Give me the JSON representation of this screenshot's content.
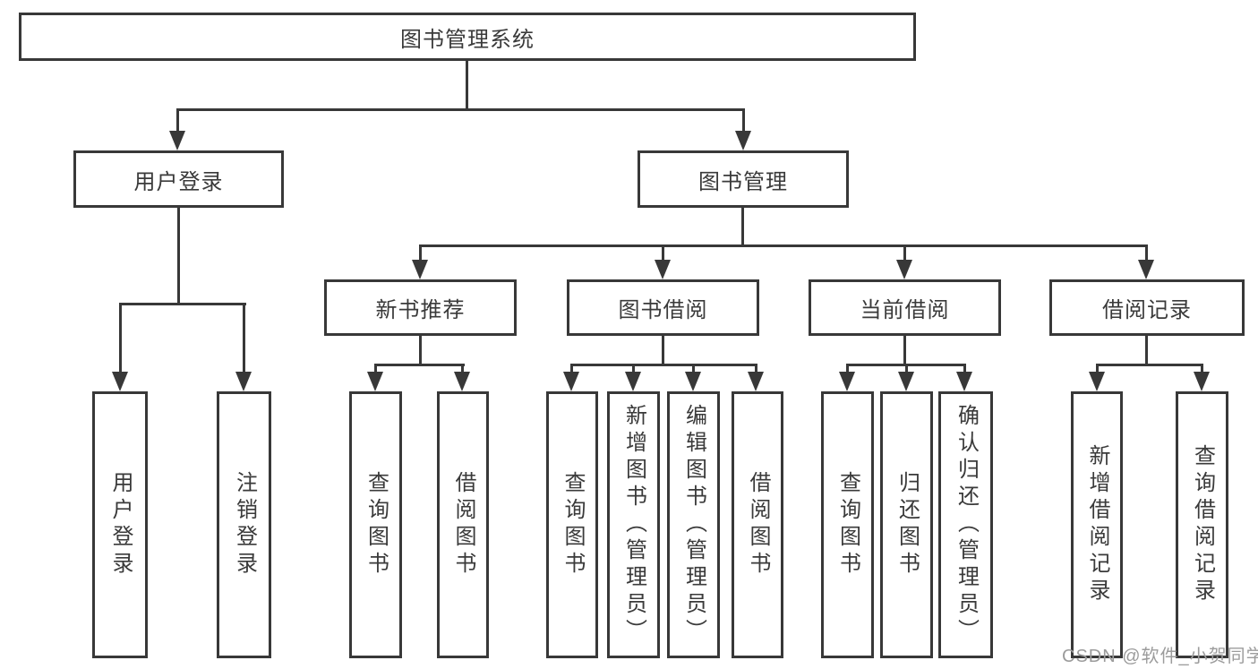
{
  "diagram_title": "图书管理系统",
  "colors": {
    "line": "#383838",
    "box_border": "#383838",
    "text": "#3a3a3a",
    "watermark": "#9c9c9c",
    "background": "#ffffff"
  },
  "nodes": {
    "root": "图书管理系统",
    "user_login": "用户登录",
    "book_mgmt": "图书管理",
    "new_book_rec": "新书推荐",
    "book_borrow": "图书借阅",
    "current_borrow": "当前借阅",
    "borrow_records": "借阅记录",
    "leaf_user_login": "用户登录",
    "leaf_logout": "注销登录",
    "leaf_nbr_query_books": "查询图书",
    "leaf_nbr_borrow_books": "借阅图书",
    "leaf_bb_query_books": "查询图书",
    "leaf_bb_add_books": "新增图书（管理员）",
    "leaf_bb_edit_books": "编辑图书（管理员）",
    "leaf_bb_borrow_books": "借阅图书",
    "leaf_cb_query_books": "查询图书",
    "leaf_cb_return_books": "归还图书",
    "leaf_cb_confirm_return": "确认归还（管理员）",
    "leaf_br_add_record": "新增借阅记录",
    "leaf_br_query_record": "查询借阅记录"
  },
  "watermark": "CSDN @软件_小贺同学"
}
